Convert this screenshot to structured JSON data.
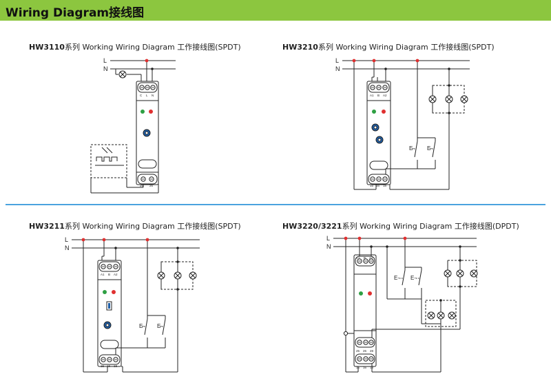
{
  "header": {
    "title": "Wiring Diagram接线图"
  },
  "colors": {
    "banner": "#8cc63f",
    "divider": "#4aa3df",
    "terminal_dot": "#e03030",
    "led_green": "#2ea043",
    "led_red": "#e03030",
    "knob": "#1f5fa8"
  },
  "diagrams": [
    {
      "model": "HW3110",
      "title": "系列 Working Wiring Diagram 工作接线图(SPDT)",
      "lines": [
        "L",
        "N"
      ],
      "top_terminals": [
        "C",
        "L",
        "N"
      ],
      "bottom_terminals": [
        "25",
        "26"
      ]
    },
    {
      "model": "HW3210",
      "title": "系列 Working Wiring Diagram 工作接线图(SPDT)",
      "lines": [
        "L",
        "N"
      ],
      "top_terminals": [
        "A1",
        "B",
        "A2"
      ],
      "bottom_terminals": [
        "15",
        "16",
        "18"
      ],
      "switch_labels": [
        "E-",
        "E-"
      ]
    },
    {
      "model": "HW3211",
      "title": "系列 Working Wiring Diagram 工作接线图(SPDT)",
      "lines": [
        "L",
        "N"
      ],
      "top_terminals": [
        "A1",
        "B",
        "A2"
      ],
      "bottom_terminals": [
        "15",
        "16",
        "18"
      ],
      "switch_labels": [
        "E-",
        "E-"
      ]
    },
    {
      "model": "HW3220/3221",
      "title": "系列 Working Wiring Diagram 工作接线图(DPDT)",
      "lines": [
        "L",
        "N"
      ],
      "top_terminals": [
        "A1",
        "B",
        "A2"
      ],
      "bottom_terminals": [
        "25",
        "26",
        "28",
        "15",
        "16",
        "18"
      ],
      "switch_labels": [
        "E-",
        "E-"
      ]
    }
  ]
}
